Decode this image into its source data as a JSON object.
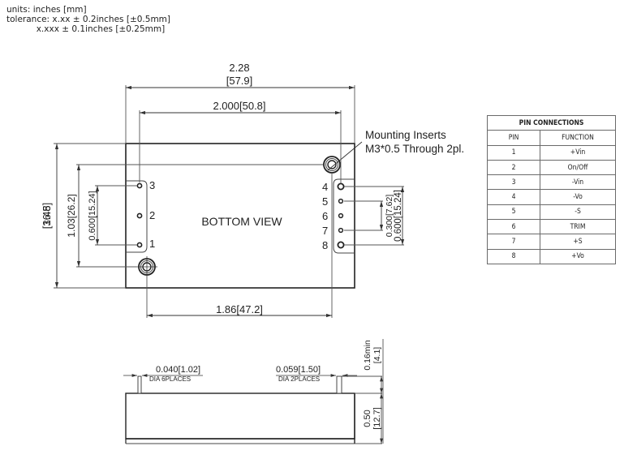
{
  "notes": {
    "units": "units: inches [mm]",
    "tolerance_line1": "tolerance: x.xx ± 0.2inches [±0.5mm]",
    "tolerance_line2": "           x.xxx ± 0.1inches [±0.25mm]"
  },
  "bottom_view": {
    "label": "BOTTOM VIEW",
    "overall_width_in": "2.28",
    "overall_width_mm": "[57.9]",
    "pin_span_width": "2.000[50.8]",
    "insert_spacing_width": "1.86[47.2]",
    "overall_height_in": "1.45",
    "overall_height_mm": "[36.8]",
    "insert_to_pin3_height": "1.03[26.2]",
    "left_pin_span_height": "0.600[15.24]",
    "right_pin_span_outer": "0.600[15.24]",
    "right_pin_span_inner": "0.300[7.62]",
    "mounting_note_line1": "Mounting Inserts",
    "mounting_note_line2": "M3*0.5 Through 2pl.",
    "left_pin_labels": [
      "3",
      "2",
      "1"
    ],
    "right_pin_labels": [
      "4",
      "5",
      "6",
      "7",
      "8"
    ]
  },
  "side_view": {
    "small_pin_dia": "0.040[1.02]",
    "small_pin_note": "DIA 6PLACES",
    "large_pin_dia": "0.059[1.50]",
    "large_pin_note": "DIA 2PLACES",
    "pin_length_in": "0.16min",
    "pin_length_mm": "[4.1]",
    "body_height_in": "0.50",
    "body_height_mm": "[12.7]"
  },
  "pin_table": {
    "title": "PIN CONNECTIONS",
    "headers": [
      "PIN",
      "FUNCTION"
    ],
    "rows": [
      {
        "pin": "1",
        "function": "+Vin"
      },
      {
        "pin": "2",
        "function": "On/Off"
      },
      {
        "pin": "3",
        "function": "-Vin"
      },
      {
        "pin": "4",
        "function": "-Vo"
      },
      {
        "pin": "5",
        "function": "-S"
      },
      {
        "pin": "6",
        "function": "TRIM"
      },
      {
        "pin": "7",
        "function": "+S"
      },
      {
        "pin": "8",
        "function": "+Vo"
      }
    ]
  }
}
